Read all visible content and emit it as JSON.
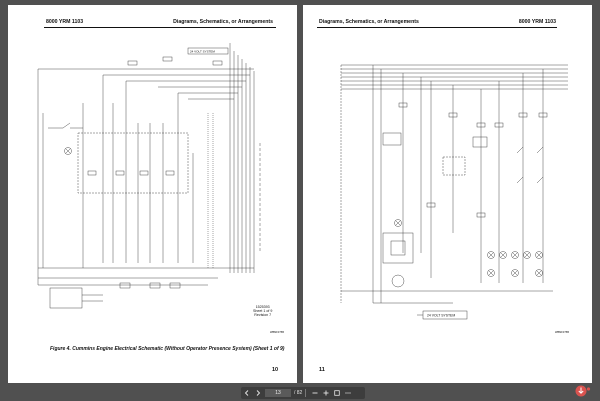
{
  "left_page": {
    "header_left": "8000 YRM 1103",
    "header_right": "Diagrams, Schematics, or Arrangements",
    "system_label": "24 VOLT SYSTEM",
    "title_block": [
      "1525393",
      "Sheet 1 of 9",
      "Revision 7"
    ],
    "figure_tag": "WBMF375B",
    "caption": "Figure 4.  Cummins Engine Electrical Schematic (Without Operator Presence System) (Sheet 1 of 9)",
    "page_number": "10"
  },
  "right_page": {
    "header_left": "Diagrams, Schematics, or Arrangements",
    "header_right": "8000 YRM 1103",
    "system_label": "24 VOLT SYSTEM",
    "figure_tag": "WBMF375B",
    "page_number": "11"
  },
  "toolbar": {
    "current_page": "13",
    "total_pages": "/ 82"
  },
  "colors": {
    "background": "#505050",
    "toolbar": "#3d3d3d",
    "page": "#ffffff",
    "ink": "#111111"
  }
}
